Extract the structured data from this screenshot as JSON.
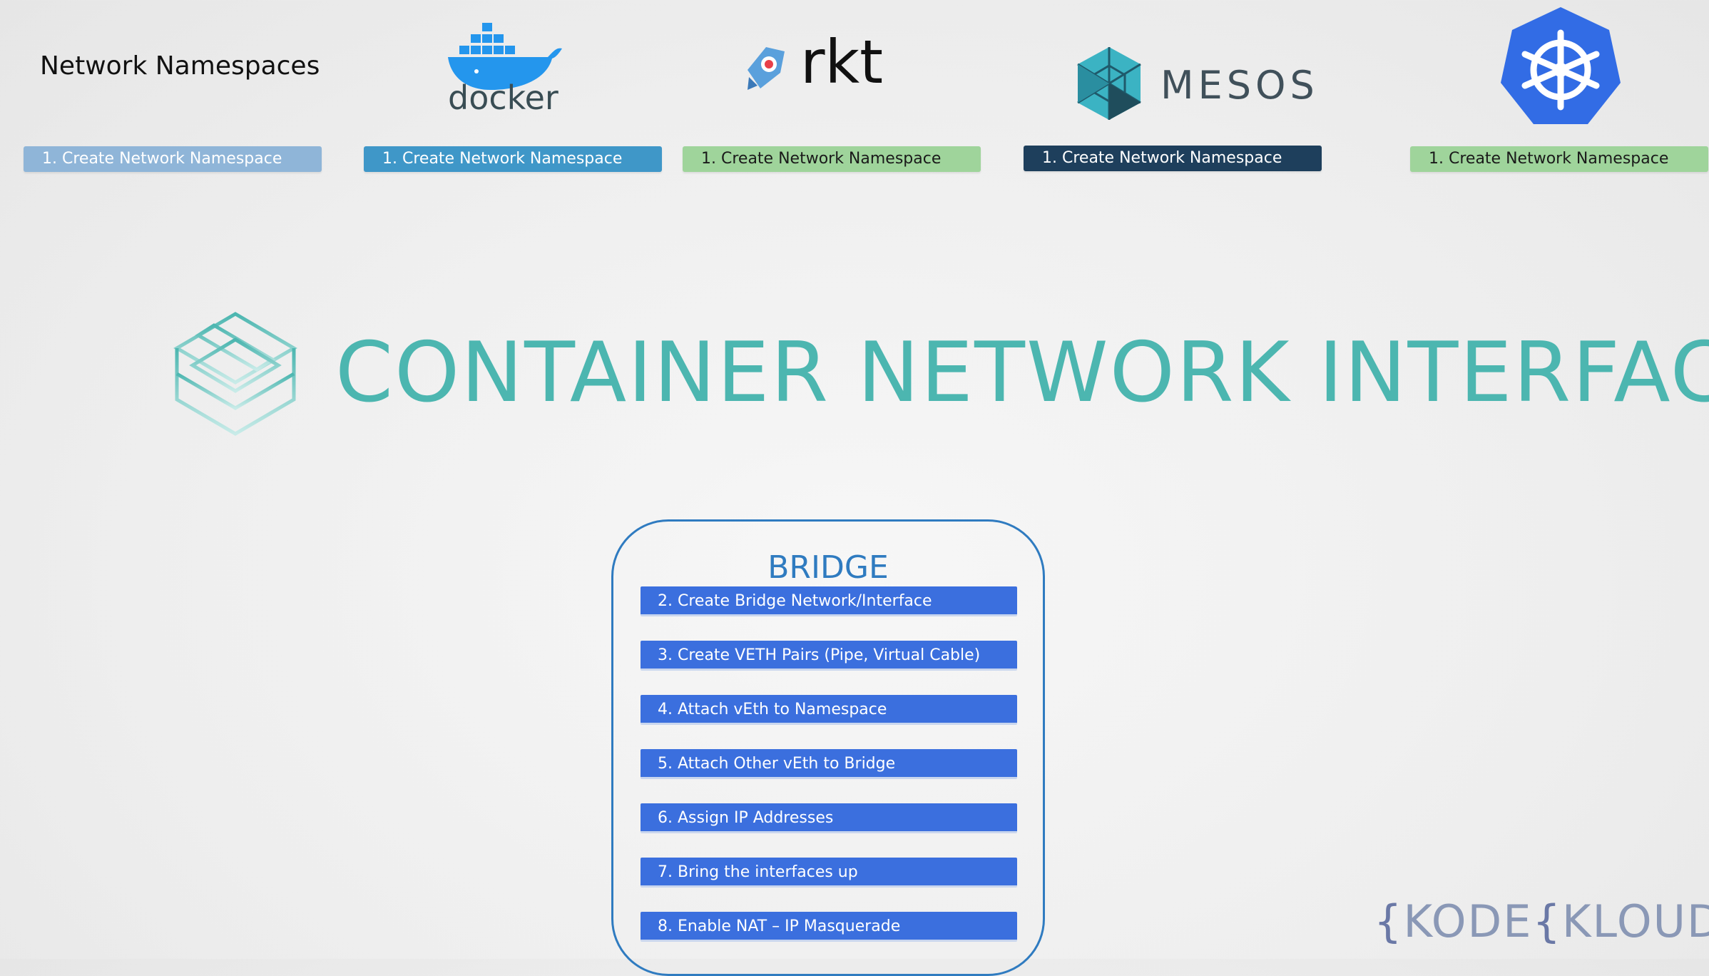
{
  "header": {
    "title": "Network Namespaces"
  },
  "logos": {
    "docker": "docker",
    "rkt": "rkt",
    "mesos": "MESOS",
    "kubernetes_icon": "kubernetes-helm-icon"
  },
  "namespace_steps": [
    {
      "label": "1. Create Network Namespace",
      "bg": "#8fb5d8",
      "fg": "#ffffff"
    },
    {
      "label": "1. Create Network Namespace",
      "bg": "#3f97c8",
      "fg": "#ffffff"
    },
    {
      "label": "1. Create Network Namespace",
      "bg": "#9fd49b",
      "fg": "#1a1a1a"
    },
    {
      "label": "1. Create Network Namespace",
      "bg": "#1e3f5c",
      "fg": "#ffffff"
    },
    {
      "label": "1. Create Network Namespace",
      "bg": "#9fd49b",
      "fg": "#1a1a1a"
    }
  ],
  "cni": {
    "title": "CONTAINER NETWORK INTERFACE",
    "color": "#4cb6b0"
  },
  "bridge": {
    "title": "BRIDGE",
    "steps": [
      "2. Create Bridge Network/Interface",
      "3. Create VETH Pairs (Pipe, Virtual Cable)",
      "4. Attach vEth to Namespace",
      "5. Attach Other vEth to Bridge",
      "6. Assign IP Addresses",
      "7. Bring the interfaces up",
      "8. Enable NAT – IP Masquerade"
    ]
  },
  "brand": {
    "left": "KODE",
    "right": "KLOUD"
  }
}
